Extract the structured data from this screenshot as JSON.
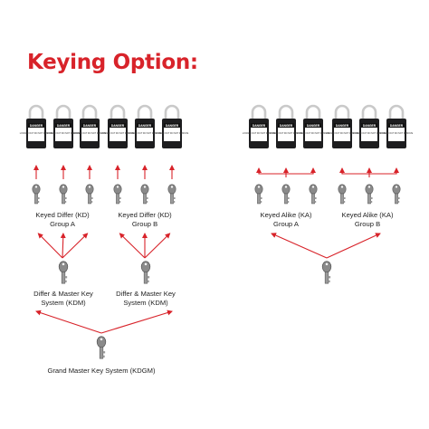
{
  "title": "Keying Option:",
  "colors": {
    "accent": "#d8232a",
    "lock_body": "#1d1d1f",
    "shackle": "#c9c9c9",
    "key": "#8a8a8a"
  },
  "lock_tag": {
    "header": "DANGER",
    "body": "LOCKED OUT DO NOT REMOVE"
  },
  "labels": {
    "kd_a": [
      "Keyed Differ (KD)",
      "Group A"
    ],
    "kd_b": [
      "Keyed Differ (KD)",
      "Group B"
    ],
    "kdm_a": [
      "Differ & Master Key",
      "System (KDM)"
    ],
    "kdm_b": [
      "Differ & Master Key",
      "System (KDM)"
    ],
    "kdgm": [
      "Grand Master Key System (KDGM)"
    ],
    "ka_a": [
      "Keyed Alike (KA)",
      "Group A"
    ],
    "ka_b": [
      "Keyed Alike (KA)",
      "Group B"
    ]
  }
}
